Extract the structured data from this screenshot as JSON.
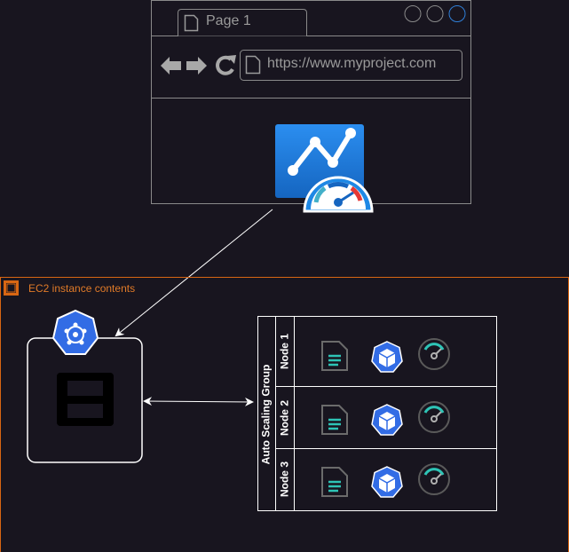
{
  "browser": {
    "tab_label": "Page 1",
    "url": "https://www.myproject.com"
  },
  "ec2": {
    "label": "EC2 instance contents"
  },
  "asg": {
    "label": "Auto Scaling Group",
    "nodes": [
      {
        "label": "Node 1"
      },
      {
        "label": "Node 2"
      },
      {
        "label": "Node 3"
      }
    ]
  },
  "colors": {
    "background": "#18151f",
    "stroke": "#ffffff",
    "browser_stroke": "#8a8a8a",
    "ec2_border": "#d86613",
    "k8s_blue": "#326ce5",
    "app_blue": "#1e88e5",
    "gauge_teal": "#2ec4b6"
  }
}
